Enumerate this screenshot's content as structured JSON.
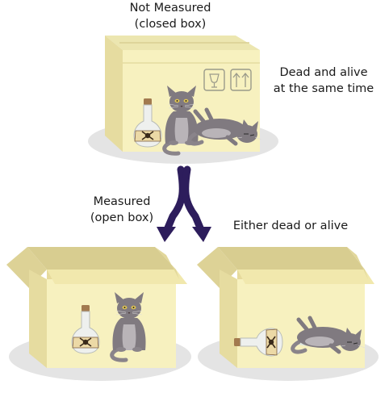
{
  "top_box": {
    "title_line1": "Not Measured",
    "title_line2": "(closed box)",
    "state_line1": "Dead and alive",
    "state_line2": "at the same time"
  },
  "measurement": {
    "line1": "Measured",
    "line2": "(open box)"
  },
  "outcome": {
    "label": "Either dead or alive"
  },
  "icons": [
    "fragile-glass-icon",
    "this-side-up-arrows-icon",
    "poison-flask-icon",
    "cat-sitting",
    "cat-lying"
  ],
  "colors": {
    "box_front": "#f7f1bf",
    "box_side": "#ece1a3",
    "box_flap": "#ddd296",
    "box_inside": "#e6da9c",
    "shadow": "#e4e4e4",
    "arrow": "#2d1d5c",
    "cat_fur": "#807a80",
    "cat_light": "#c8c4c6",
    "cat_eye": "#e2c653",
    "flask_glass": "#eef0ee",
    "flask_label": "#ecd9a6",
    "cork": "#a27a4f"
  }
}
